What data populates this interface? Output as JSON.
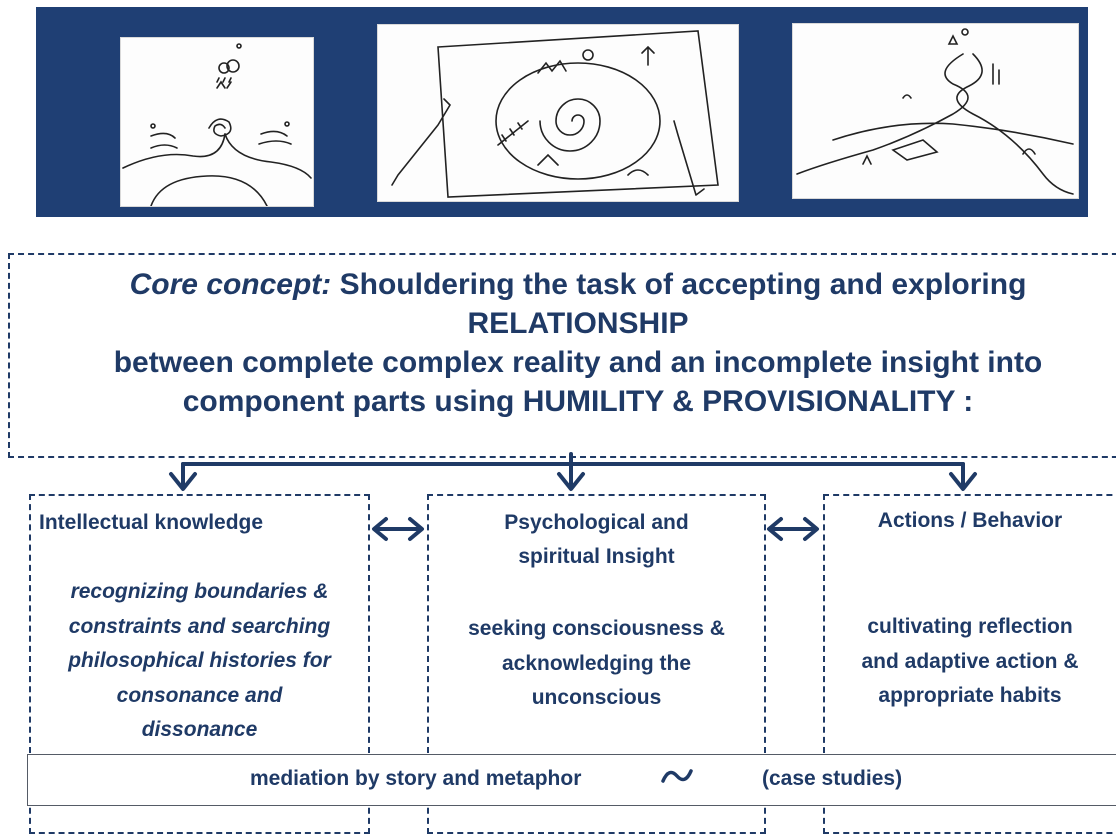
{
  "colors": {
    "banner": "#1f3f74",
    "text": "#1f3a66",
    "border": "#1f3a66"
  },
  "banner": {
    "images": [
      "sketch-heads-spiral",
      "sketch-figures-holding-map",
      "sketch-winding-path"
    ]
  },
  "core": {
    "label": "Core  concept:",
    "line1": "Shouldering the task of accepting and exploring",
    "line2": "RELATIONSHIP",
    "line3": "between complete complex reality and an incomplete insight into",
    "line4": "component parts using HUMILITY & PROVISIONALITY :"
  },
  "columns": [
    {
      "title": "Intellectual   knowledge",
      "description": [
        "recognizing boundaries &",
        "constraints and searching",
        "philosophical histories for",
        "consonance and",
        "dissonance"
      ]
    },
    {
      "title_lines": [
        "Psychological and",
        "spiritual Insight"
      ],
      "description": [
        "seeking  consciousness &",
        "acknowledging the",
        "unconscious"
      ]
    },
    {
      "title": "Actions / Behavior",
      "description": [
        "cultivating reflection",
        "and adaptive action &",
        "appropriate habits"
      ]
    }
  ],
  "mediation": {
    "text": "mediation by story and metaphor",
    "icon": "tilde-wave-icon",
    "case": "(case studies)"
  }
}
